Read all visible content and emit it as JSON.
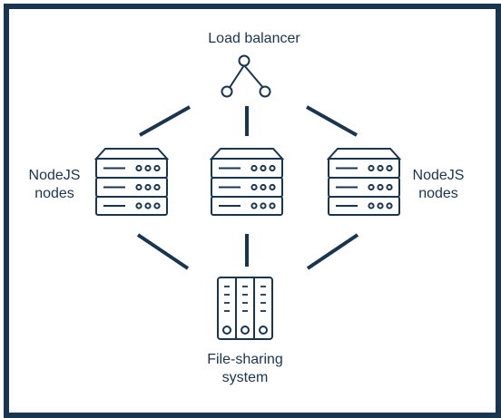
{
  "load_balancer": {
    "label": "Load balancer",
    "icon": "load-balancer-icon"
  },
  "nodes": {
    "left_label": [
      "NodeJS",
      "nodes"
    ],
    "right_label": [
      "NodeJS",
      "nodes"
    ],
    "icon": "server-rack-icon"
  },
  "file_system": {
    "label": [
      "File-sharing",
      "system"
    ],
    "icon": "file-cabinet-icon"
  },
  "colors": {
    "stroke": "#1a3550",
    "background": "#ffffff"
  }
}
